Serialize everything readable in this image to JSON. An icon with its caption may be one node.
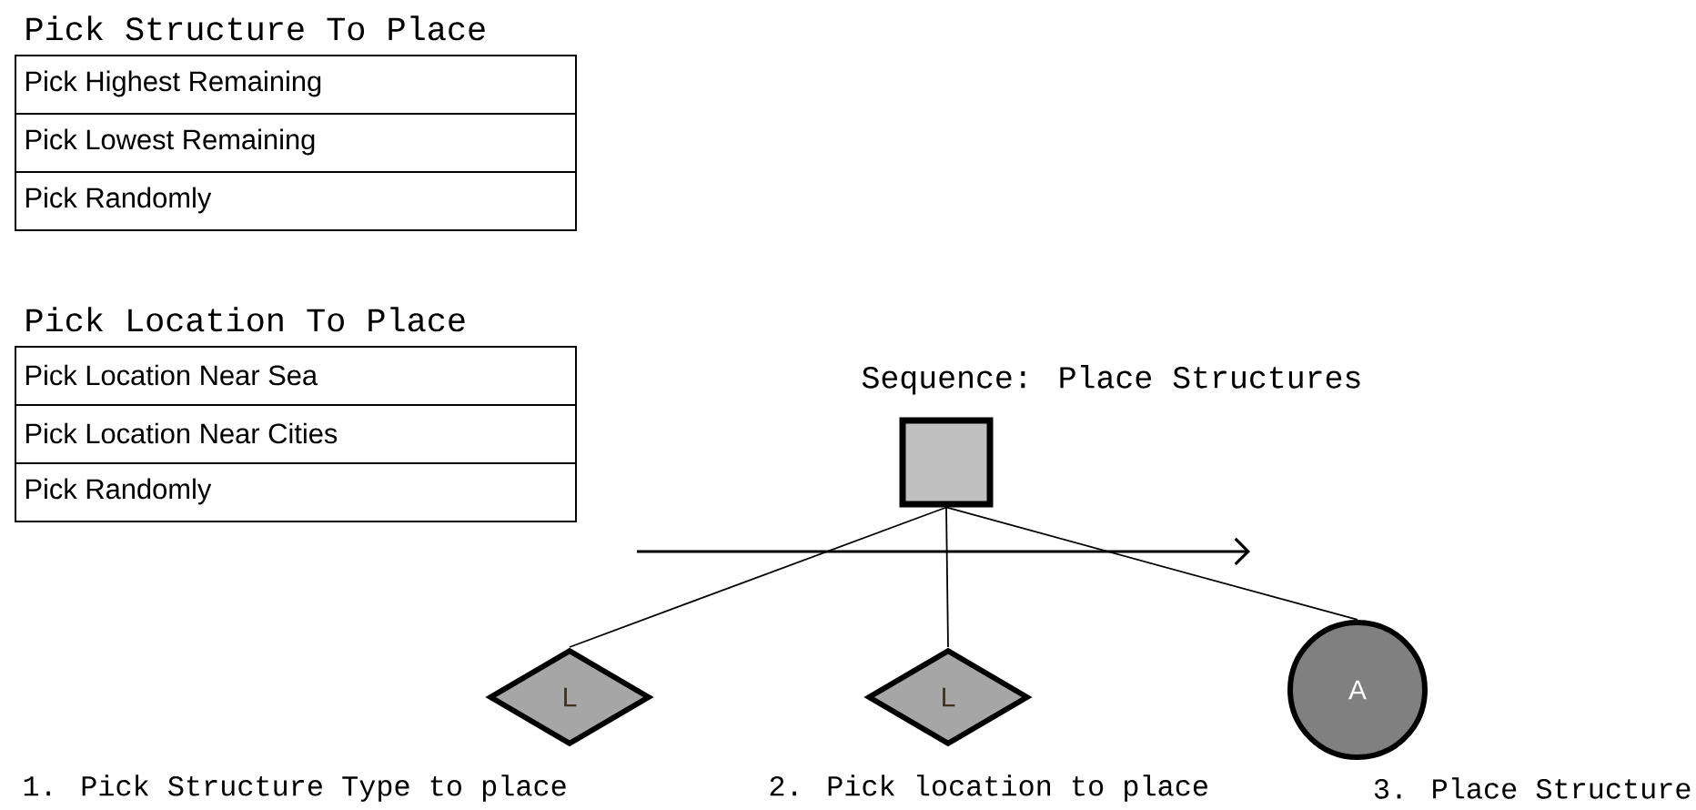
{
  "diagram": {
    "nodes": [
      {
        "text": [
          "Pick Highest Remaining"
        ]
      },
      {
        "text": [
          "Pick Lowest Remaining"
        ]
      },
      {
        "text": [
          "Pick Randomly"
        ]
      },
      {
        "text": [
          "Pick Location Near Sea"
        ]
      },
      {
        "text": [
          "Pick Location Near Cities"
        ]
      },
      {
        "text": [
          "Pick Randomly"
        ]
      },
      {
        "text": [
          "Sequence: Place Structures"
        ]
      },
      {
        "text": [
          "L"
        ],
        "beside": [
          "1. Pick Structure Type to place"
        ]
      },
      {
        "text": [
          "L"
        ],
        "beside": [
          "2. Pick location to place"
        ]
      },
      {
        "text": [
          "A"
        ],
        "beside": [
          "3. Place Structure"
        ]
      }
    ],
    "edges": [
      {
        "from": 6,
        "to": 7,
        "arrow": "none"
      },
      {
        "from": 6,
        "to": 8,
        "arrow": "none"
      },
      {
        "from": 6,
        "to": 9,
        "arrow": "none"
      }
    ],
    "labels": [
      "Pick Structure To Place",
      "Pick Location To Place"
    ]
  }
}
